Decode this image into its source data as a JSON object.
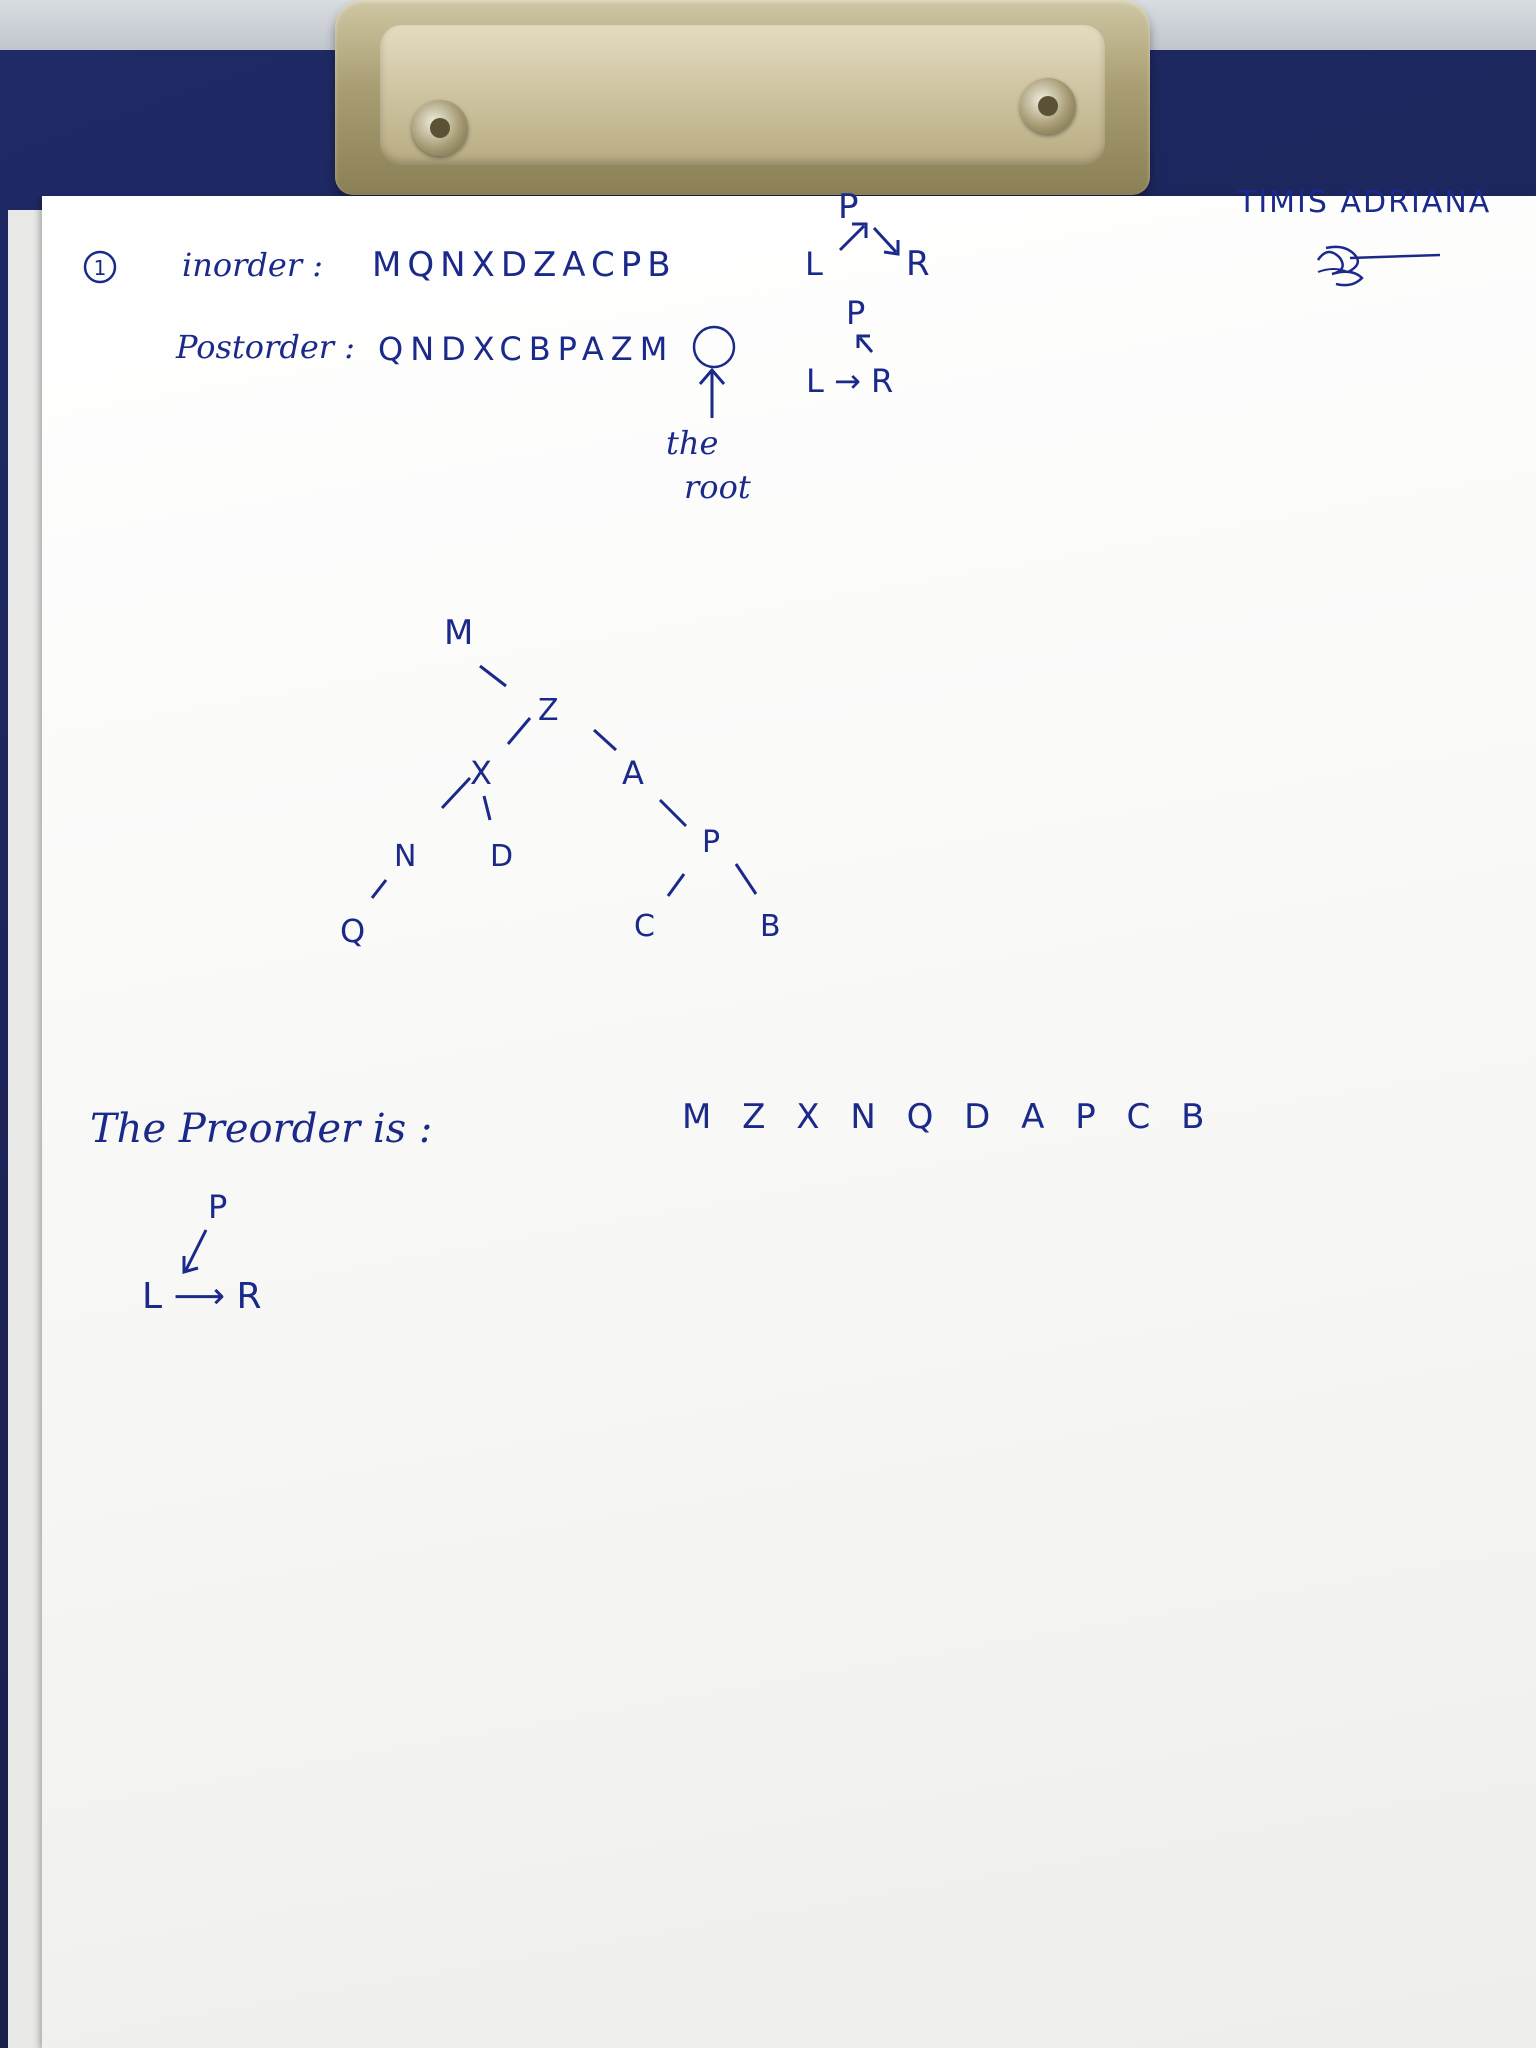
{
  "header": {
    "problem_number": "1",
    "author": "TIMIS ADRIANA"
  },
  "traversals": {
    "inorder_label": "inorder :",
    "inorder_value": "MQNXDZACPB",
    "postorder_label": "Postorder :",
    "postorder_value": "QNDXCBPAZM",
    "root_letter": "M",
    "root_note_line1": "the",
    "root_note_line2": "root"
  },
  "legend_top": {
    "p": "P",
    "l": "L",
    "r": "R"
  },
  "legend_mid": {
    "p": "P",
    "lr": "L → R"
  },
  "tree": {
    "nodes": [
      "M",
      "Z",
      "X",
      "A",
      "N",
      "D",
      "P",
      "Q",
      "C",
      "B"
    ]
  },
  "result": {
    "label": "The Preorder is :",
    "value": "M Z X N Q D A P C B"
  },
  "legend_bottom": {
    "p": "P",
    "lr": "L ⟶ R"
  },
  "colors": {
    "ink": "#1b2a8a",
    "paper": "#ffffff",
    "clipboard": "#1f2a66"
  }
}
